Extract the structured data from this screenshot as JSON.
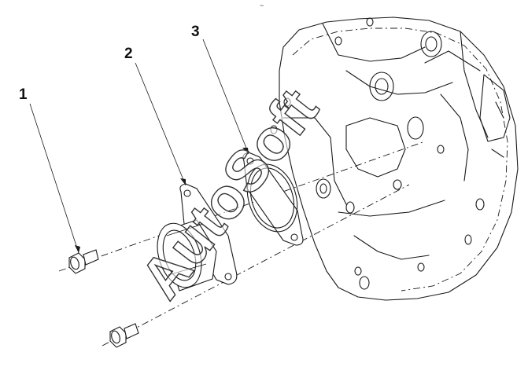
{
  "callouts": [
    {
      "id": "1",
      "label": "1"
    },
    {
      "id": "2",
      "label": "2"
    },
    {
      "id": "3",
      "label": "3"
    }
  ],
  "watermark": "AutoSoft",
  "top_mark": "~"
}
